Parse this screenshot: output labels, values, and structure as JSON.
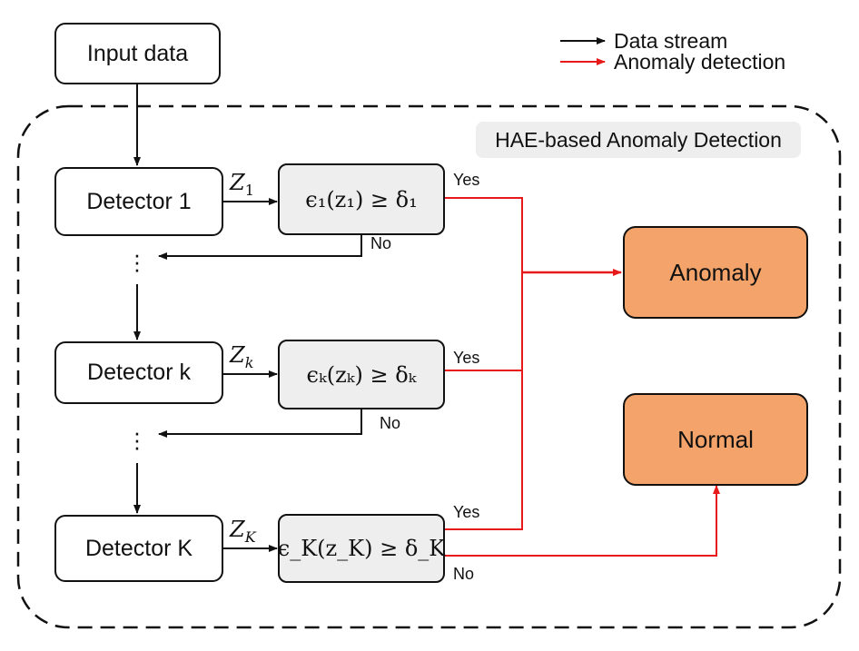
{
  "legend": {
    "data_stream": "Data stream",
    "anomaly_detection": "Anomaly detection",
    "colors": {
      "data_stream": "#111111",
      "anomaly_detection": "#e8191a"
    }
  },
  "region": {
    "title": "HAE-based Anomaly Detection"
  },
  "input": {
    "label": "Input data"
  },
  "detectors": [
    {
      "name": "Detector 1",
      "var": "Z",
      "var_sub": "1",
      "condition": "ϵ₁(z₁) ≥ δ₁"
    },
    {
      "name": "Detector k",
      "var": "Z",
      "var_sub": "k",
      "condition": "ϵₖ(zₖ) ≥ δₖ"
    },
    {
      "name": "Detector K",
      "var": "Z",
      "var_sub": "K",
      "condition": "ϵ_K(z_K) ≥ δ_K"
    }
  ],
  "edge_labels": {
    "yes": "Yes",
    "no": "No"
  },
  "outcomes": {
    "anomaly": "Anomaly",
    "normal": "Normal"
  },
  "colors": {
    "result_fill": "#f4a46a",
    "condition_fill": "#eeeeee"
  }
}
